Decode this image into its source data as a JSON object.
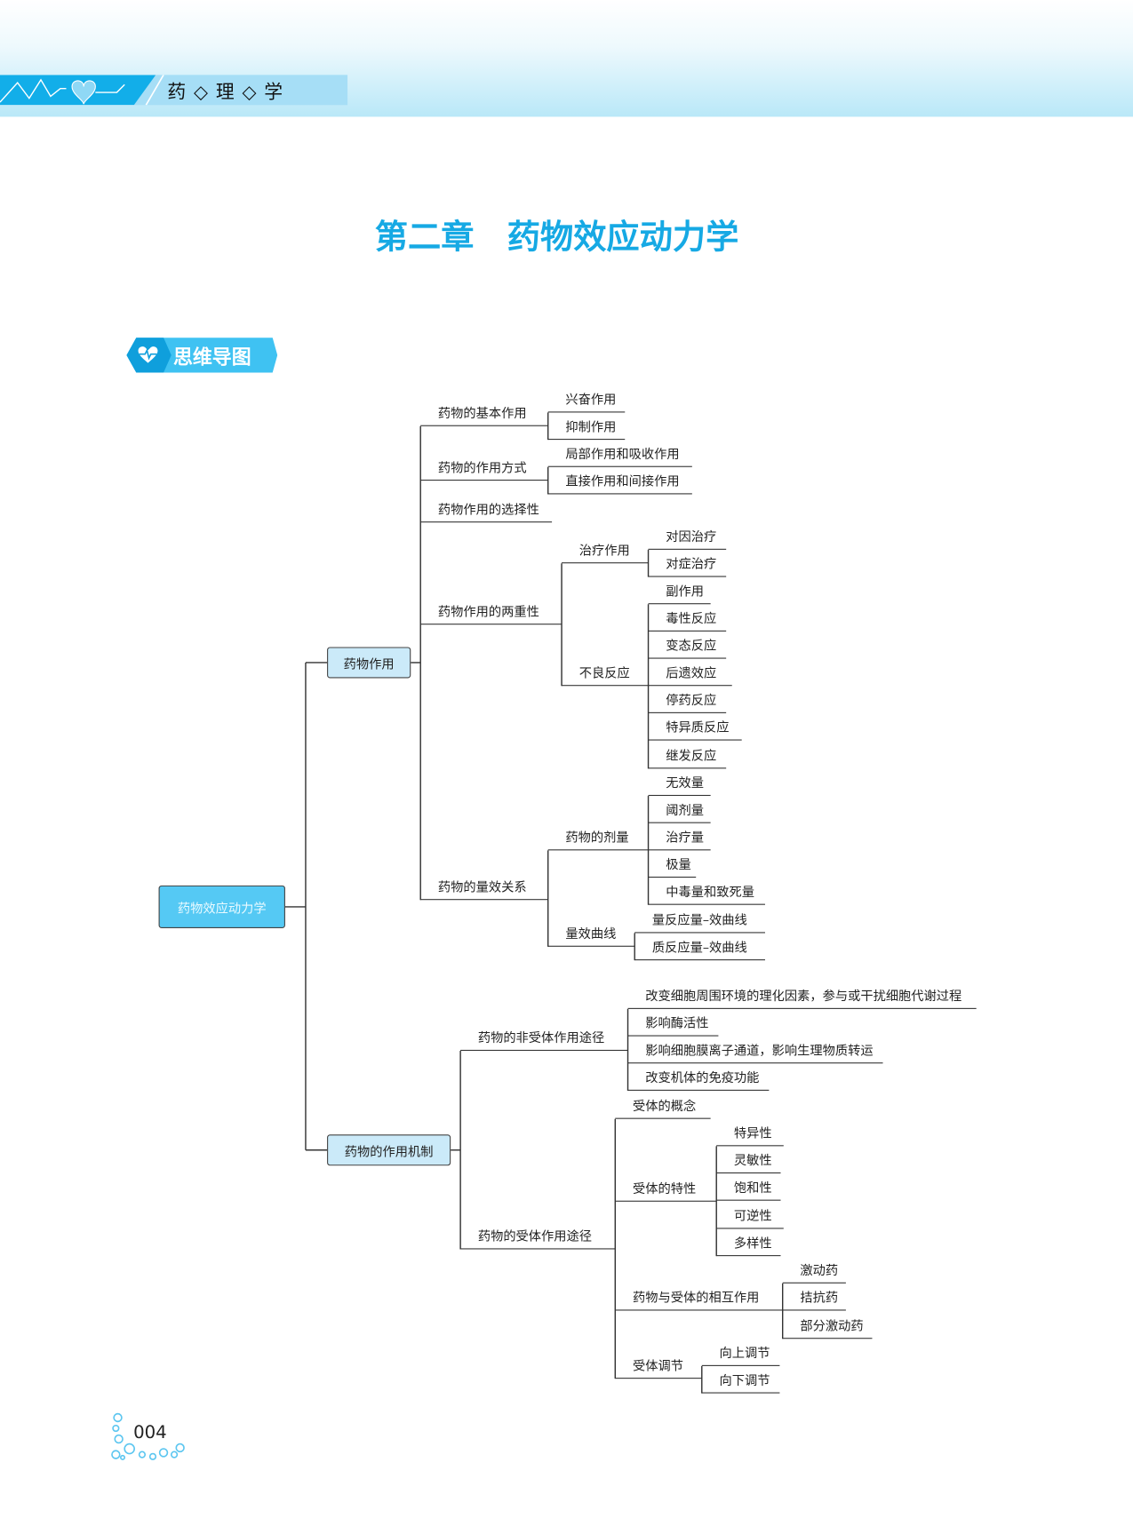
{
  "header": {
    "book_title": "药 ◇ 理 ◇ 学"
  },
  "chapter": {
    "number": "第二章",
    "title": "药物效应动力学"
  },
  "section_badge": "思维导图",
  "map": {
    "root": "药物效应动力学",
    "a": {
      "label": "药物作用",
      "children": [
        {
          "label": "药物的基本作用",
          "children": [
            "兴奋作用",
            "抑制作用"
          ]
        },
        {
          "label": "药物的作用方式",
          "children": [
            "局部作用和吸收作用",
            "直接作用和间接作用"
          ]
        },
        {
          "label": "药物作用的选择性"
        },
        {
          "label": "药物作用的两重性",
          "children": [
            {
              "label": "治疗作用",
              "children": [
                "对因治疗",
                "对症治疗"
              ]
            },
            {
              "label": "不良反应",
              "children": [
                "副作用",
                "毒性反应",
                "变态反应",
                "后遗效应",
                "停药反应",
                "特异质反应",
                "继发反应"
              ]
            }
          ]
        },
        {
          "label": "药物的量效关系",
          "children": [
            {
              "label": "药物的剂量",
              "children": [
                "无效量",
                "阈剂量",
                "治疗量",
                "极量",
                "中毒量和致死量"
              ]
            },
            {
              "label": "量效曲线",
              "children": [
                "量反应量–效曲线",
                "质反应量–效曲线"
              ]
            }
          ]
        }
      ]
    },
    "b": {
      "label": "药物的作用机制",
      "children": [
        {
          "label": "药物的非受体作用途径",
          "children": [
            "改变细胞周围环境的理化因素，参与或干扰细胞代谢过程",
            "影响酶活性",
            "影响细胞膜离子通道，影响生理物质转运",
            "改变机体的免疫功能"
          ]
        },
        {
          "label": "药物的受体作用途径",
          "children": [
            {
              "label": "受体的概念"
            },
            {
              "label": "受体的特性",
              "children": [
                "特异性",
                "灵敏性",
                "饱和性",
                "可逆性",
                "多样性"
              ]
            },
            {
              "label": "药物与受体的相互作用",
              "children": [
                "激动药",
                "拮抗药",
                "部分激动药"
              ]
            },
            {
              "label": "受体调节",
              "children": [
                "向上调节",
                "向下调节"
              ]
            }
          ]
        }
      ]
    }
  },
  "page_number": "004",
  "colors": {
    "accent": "#16a9e4",
    "root_fill": "#55c9f4",
    "level1_fill": "#cbeaf9"
  }
}
